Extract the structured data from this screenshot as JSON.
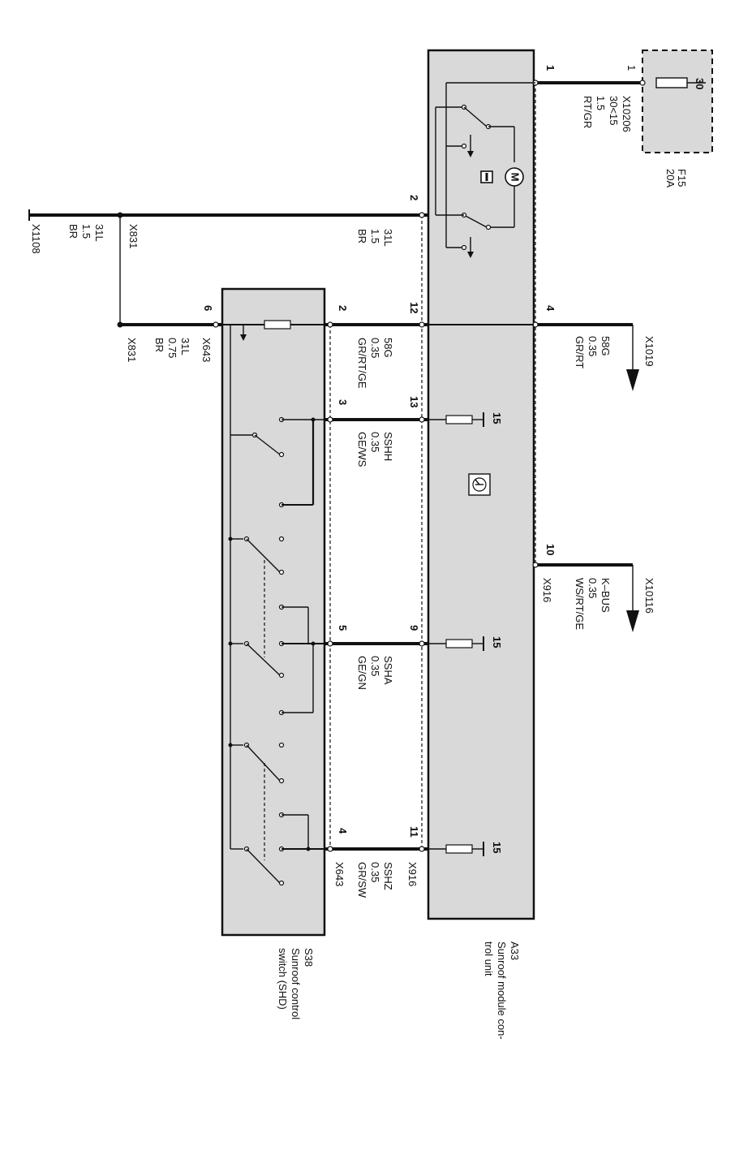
{
  "fuse": {
    "id": "F15",
    "rating": "20A",
    "terminal": "30",
    "pin": "1"
  },
  "module": {
    "id": "A33",
    "name_line1": "Sunroof module con-",
    "name_line2": "trol unit",
    "pin_labels": [
      "1",
      "2",
      "4",
      "10",
      "12",
      "13",
      "9",
      "11"
    ],
    "feed_label": "15"
  },
  "switch": {
    "id": "S38",
    "name_line1": "Sunroof control",
    "name_line2": "switch (SHD)",
    "pin_labels": [
      "6",
      "2",
      "3",
      "5",
      "4"
    ]
  },
  "wires": {
    "power": {
      "connector": "X10206",
      "signal": "30<15",
      "size": "1.5",
      "color": "RT/GR"
    },
    "ground_main": {
      "signal": "31L",
      "size": "1.5",
      "color": "BR"
    },
    "ground_x831": {
      "connector": "X831",
      "signal": "31L",
      "size": "1.5",
      "color": "BR",
      "end": "X1108"
    },
    "light_out": {
      "connector": "X1019",
      "signal": "58G",
      "size": "0.35",
      "color": "GR/RT"
    },
    "kbus": {
      "connector": "X10116",
      "signal": "K–BUS",
      "size": "0.35",
      "color": "WS/RT/GE",
      "splice": "X916"
    },
    "light_sw": {
      "signal": "58G",
      "size": "0.35",
      "color": "GR/RT/GE"
    },
    "ground_sw": {
      "connector": "X643",
      "signal": "31L",
      "size": "0.75",
      "color": "BR",
      "connector2": "X831"
    },
    "ssh_h": {
      "signal": "SSHH",
      "size": "0.35",
      "color": "GE/WS"
    },
    "ssh_a": {
      "signal": "SSHA",
      "size": "0.35",
      "color": "GE/GN"
    },
    "ssh_z": {
      "signal": "SSHZ",
      "size": "0.35",
      "color": "GR/SW",
      "connector_a": "X916",
      "connector_b": "X643"
    }
  }
}
